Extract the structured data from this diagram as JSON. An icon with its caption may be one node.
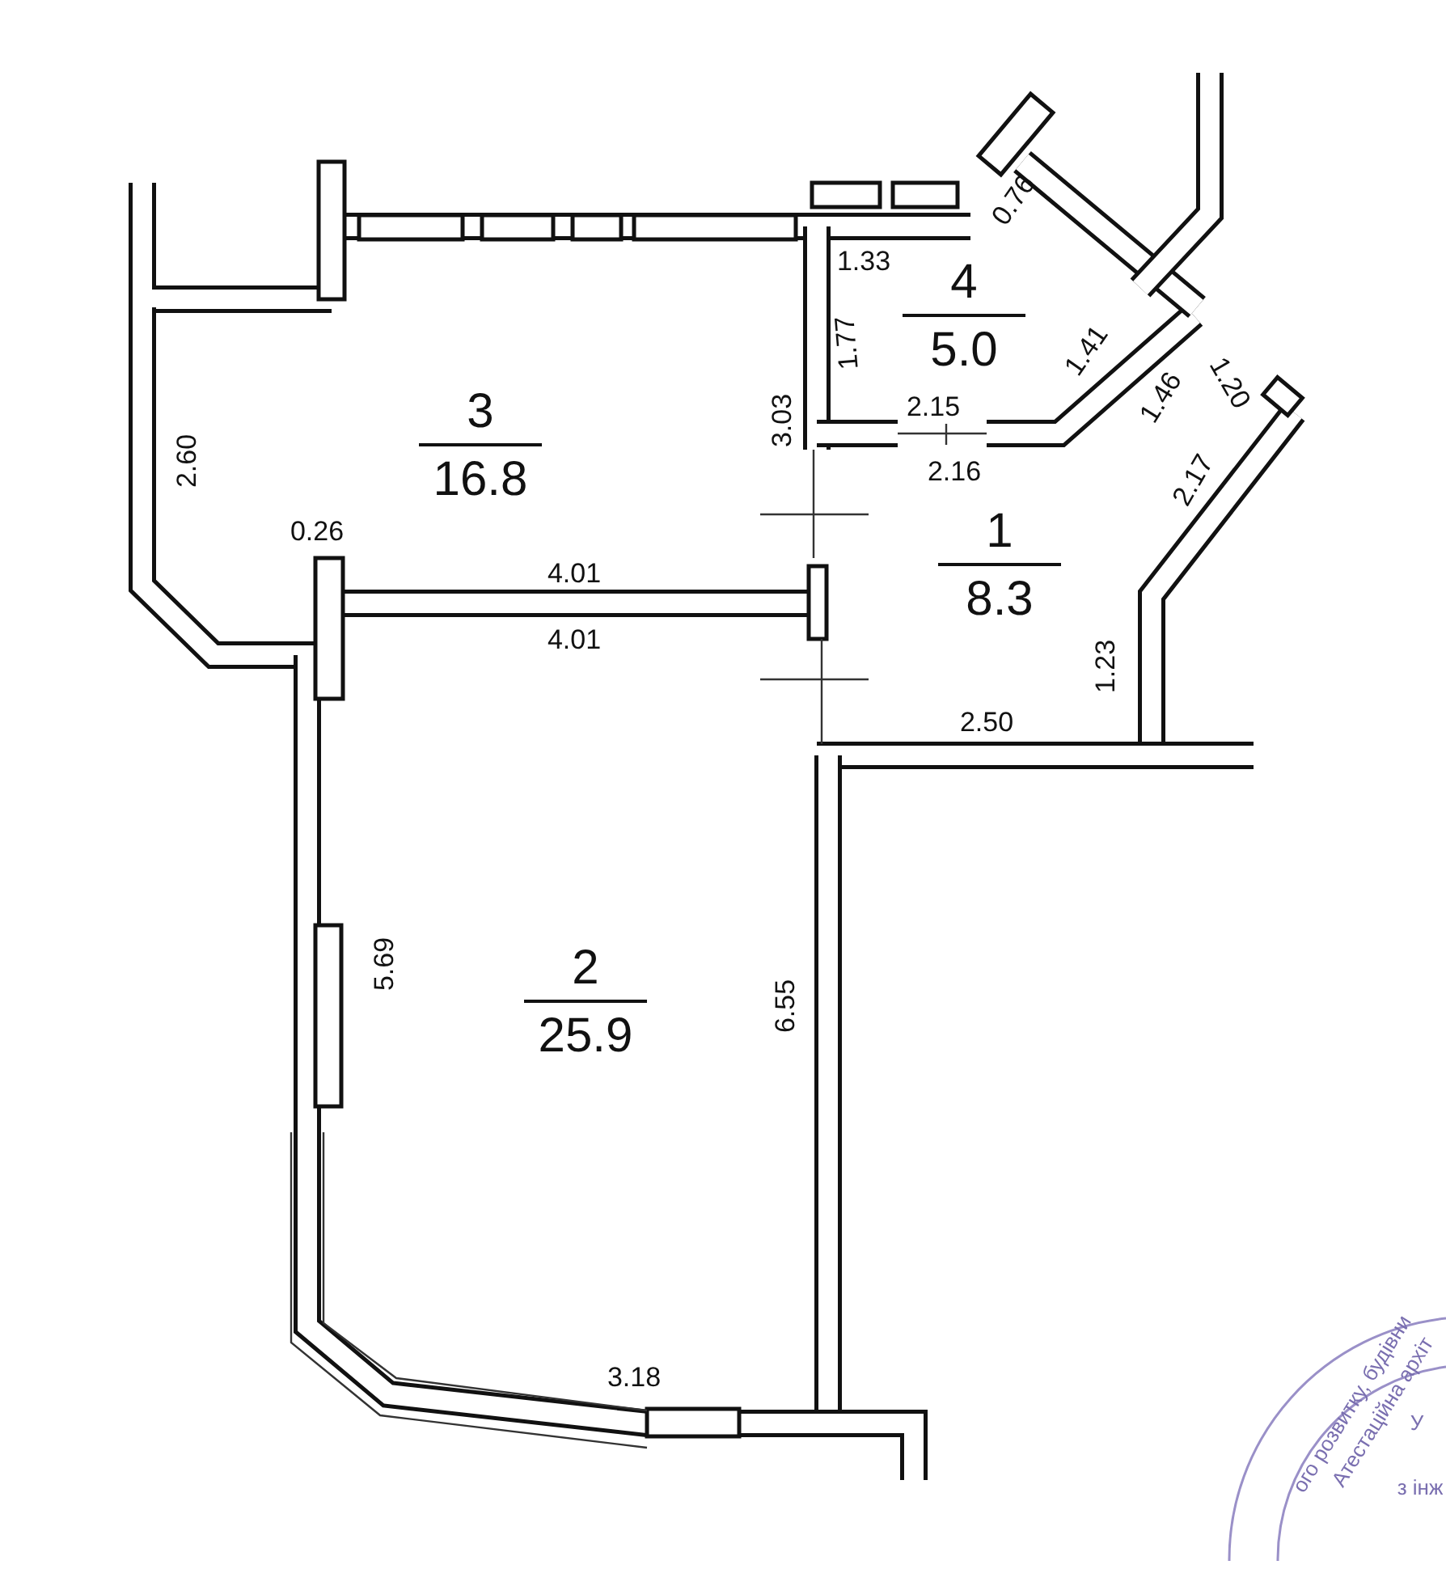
{
  "diagram": {
    "nodes": [
      {
        "text": [
          "3",
          "16.8"
        ]
      },
      {
        "text": [
          "4",
          "5.0"
        ]
      },
      {
        "text": [
          "1",
          "8.3"
        ]
      },
      {
        "text": [
          "2",
          "25.9"
        ]
      }
    ],
    "labels": [
      "0.76",
      "1.33",
      "1.77",
      "1.41",
      "1.46",
      "1.20",
      "2.15",
      "3.03",
      "2.60",
      "2.16",
      "2.17",
      "0.26",
      "4.01",
      "4.01",
      "1.23",
      "2.50",
      "5.69",
      "6.55",
      "3.18",
      "ого розвитку, будівни",
      "Атестаційна архіт",
      "У",
      "з інж"
    ]
  }
}
